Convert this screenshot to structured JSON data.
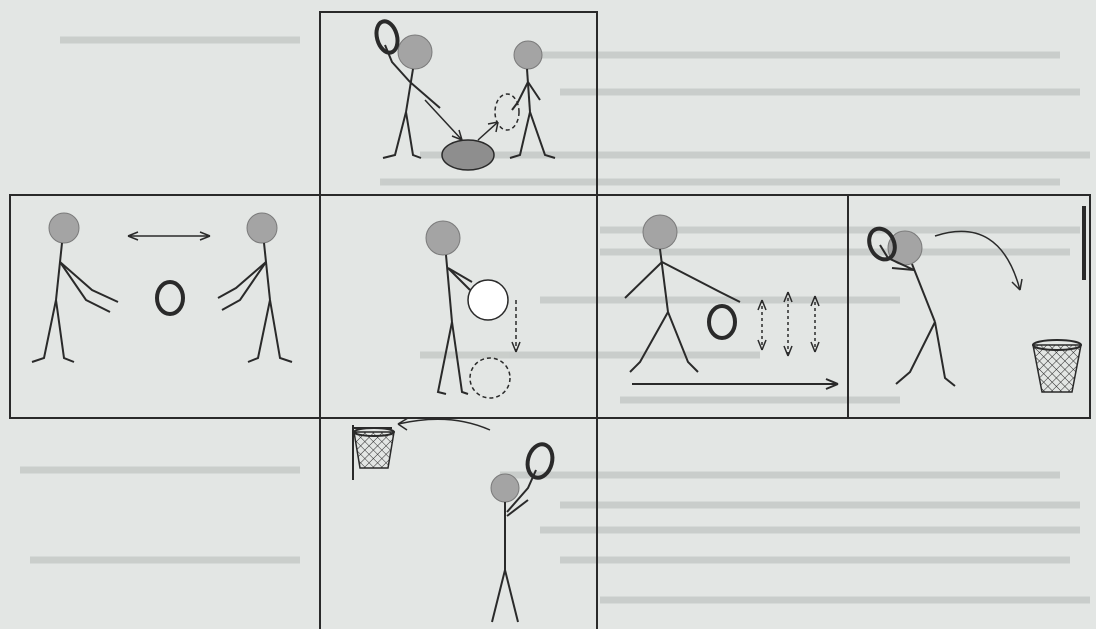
{
  "figure": {
    "panels": [
      "panel-top",
      "panel-left",
      "panel-center",
      "panel-center-right",
      "panel-right",
      "panel-bottom"
    ]
  },
  "colors": {
    "paper": "#e3e6e4",
    "ink": "#2a2a2a",
    "head": "#a4a4a4",
    "ball": "#8e8e8e",
    "showthrough": "#9aa19d"
  }
}
